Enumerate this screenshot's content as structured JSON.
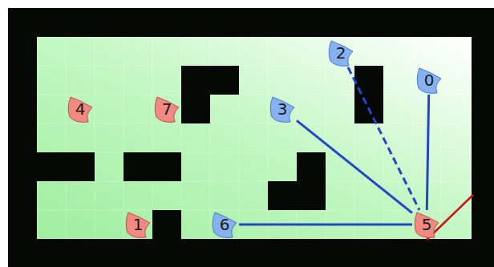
{
  "diagram": {
    "nodes": [
      {
        "text": [
          "2"
        ]
      },
      {
        "text": [
          "0"
        ]
      },
      {
        "text": [
          "4"
        ]
      },
      {
        "text": [
          "7"
        ]
      },
      {
        "text": [
          "3"
        ]
      },
      {
        "text": [
          "1"
        ]
      },
      {
        "text": [
          "6"
        ]
      },
      {
        "text": [
          "5"
        ]
      }
    ],
    "edges": [
      {
        "from": 1,
        "to": 7,
        "arrow": "none"
      },
      {
        "from": 0,
        "to": 7,
        "arrow": "none"
      },
      {
        "from": 4,
        "to": 7,
        "arrow": "none"
      },
      {
        "from": 6,
        "to": 7,
        "arrow": "none"
      }
    ]
  }
}
